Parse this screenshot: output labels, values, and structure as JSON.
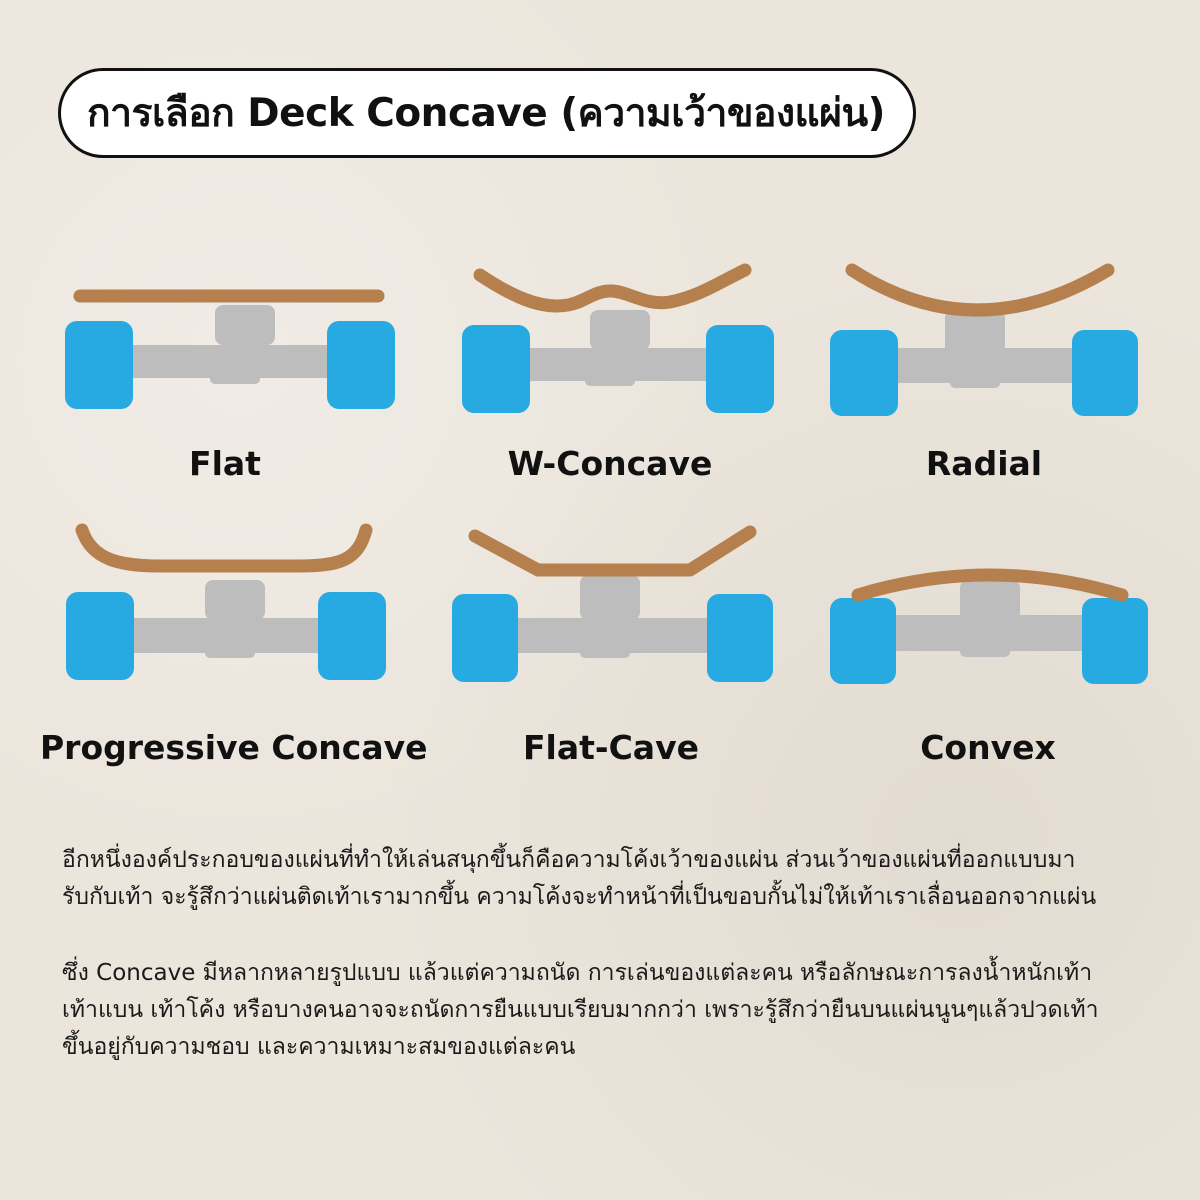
{
  "title": "การเลือก Deck Concave (ความเว้าของแผ่น)",
  "colors": {
    "background": "#ebe5dc",
    "deck": "#b5804e",
    "truck": "#bdbdbd",
    "wheel": "#27aae1"
  },
  "decks": [
    {
      "label": "Flat"
    },
    {
      "label": "W-Concave"
    },
    {
      "label": "Radial"
    },
    {
      "label": "Progressive Concave"
    },
    {
      "label": "Flat-Cave"
    },
    {
      "label": "Convex"
    }
  ],
  "paragraphs": [
    {
      "lines": [
        "อีกหนึ่งองค์ประกอบของแผ่นที่ทำให้เล่นสนุกขึ้นก็คือความโค้งเว้าของแผ่น ส่วนเว้าของแผ่นที่ออกแบบมา",
        "รับกับเท้า จะรู้สึกว่าแผ่นติดเท้าเรามากขึ้น ความโค้งจะทำหน้าที่เป็นขอบกั้นไม่ให้เท้าเราเลื่อนออกจากแผ่น"
      ]
    },
    {
      "lines": [
        "ซึ่ง Concave มีหลากหลายรูปแบบ แล้วแต่ความถนัด การเล่นของแต่ละคน หรือลักษณะการลงน้ำหนักเท้า",
        "เท้าแบน เท้าโค้ง หรือบางคนอาจจะถนัดการยืนแบบเรียบมากกว่า เพราะรู้สึกว่ายืนบนแผ่นนูนๆแล้วปวดเท้า",
        "ขึ้นอยู่กับความชอบ และความเหมาะสมของแต่ละคน"
      ]
    }
  ]
}
